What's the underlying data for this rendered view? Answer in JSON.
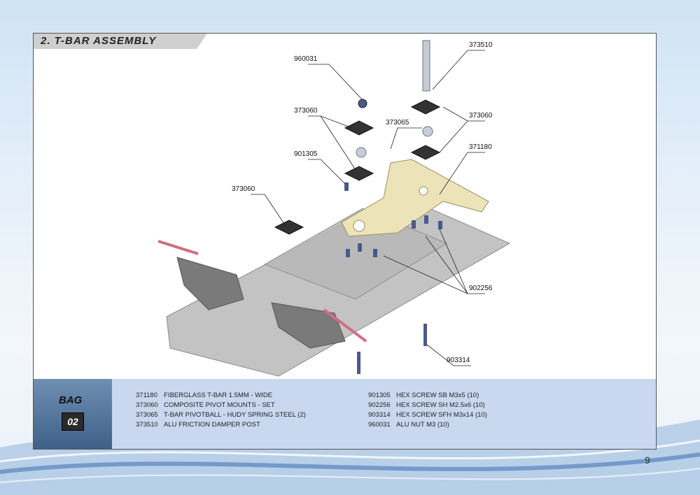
{
  "page": {
    "number": "9"
  },
  "section": {
    "title": "2. T-BAR ASSEMBLY"
  },
  "callouts": [
    "373510",
    "960031",
    "373060",
    "373065",
    "373060",
    "901305",
    "371180",
    "373060",
    "902256",
    "903314"
  ],
  "bag": {
    "label": "BAG",
    "number": "02"
  },
  "parts_left": [
    {
      "code": "371180",
      "desc": "FIBERGLASS T-BAR 1.5MM - WIDE"
    },
    {
      "code": "373060",
      "desc": "COMPOSITE PIVOT MOUNTS - SET"
    },
    {
      "code": "373065",
      "desc": "T-BAR PIVOTBALL - HUDY SPRING STEEL (2)"
    },
    {
      "code": "373510",
      "desc": "ALU FRICTION DAMPER POST"
    }
  ],
  "parts_right": [
    {
      "code": "901305",
      "desc": "HEX SCREW SB M3x5  (10)"
    },
    {
      "code": "902256",
      "desc": "HEX SCREW SH M2.5x6  (10)"
    },
    {
      "code": "903314",
      "desc": "HEX SCREW SFH M3x14  (10)"
    },
    {
      "code": "960031",
      "desc": "ALU NUT M3  (10)"
    }
  ],
  "colors": {
    "tbar": "#ece4b8",
    "chassis": "#b5b5b5",
    "pivot_mount": "#333333",
    "screw": "#4a5a8c"
  }
}
